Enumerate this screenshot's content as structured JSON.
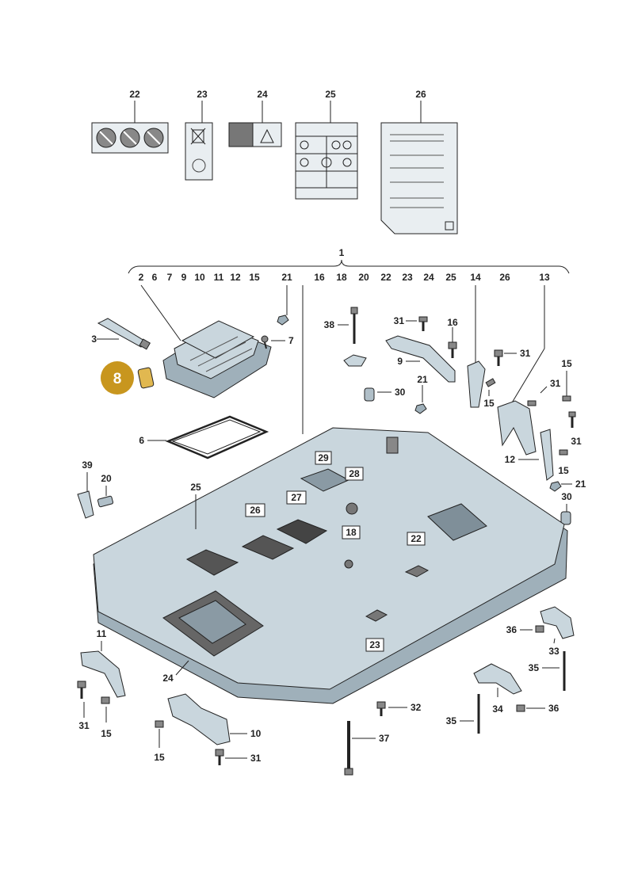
{
  "callouts": {
    "n1": "1",
    "n2": "2",
    "n3": "3",
    "n6": "6",
    "n7": "7",
    "n8": "8",
    "n9": "9",
    "n10": "10",
    "n11": "11",
    "n12": "12",
    "n13": "13",
    "n14": "14",
    "n15": "15",
    "n16": "16",
    "n18": "18",
    "n20": "20",
    "n21": "21",
    "n22": "22",
    "n23": "23",
    "n24": "24",
    "n25": "25",
    "n26": "26",
    "n27": "27",
    "n28": "28",
    "n29": "29",
    "n30": "30",
    "n31": "31",
    "n32": "32",
    "n33": "33",
    "n34": "34",
    "n35": "35",
    "n36": "36",
    "n37": "37",
    "n38": "38",
    "n39": "39"
  },
  "row_labels": [
    "2",
    "6",
    "7",
    "9",
    "10",
    "11",
    "12",
    "15",
    "21",
    "16",
    "18",
    "20",
    "22",
    "23",
    "24",
    "25",
    "14",
    "26",
    "13"
  ],
  "highlight_color": "#c8961e",
  "part_color": "#c9d6dd"
}
